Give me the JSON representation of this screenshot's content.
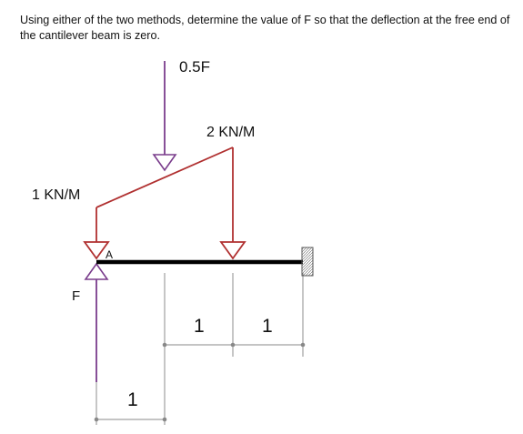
{
  "question": "Using either of the two methods, determine the value of F so that the deflection at the free end of the cantilever beam is zero.",
  "labels": {
    "point_load": "0.5F",
    "load_right": "2 KN/M",
    "load_left": "1 KN/M",
    "support_a": "A",
    "force_f": "F",
    "dim_1": "1",
    "dim_2": "1",
    "dim_3": "1"
  },
  "colors": {
    "load_outline": "#b03030",
    "force_arrows": "#7a3d8c",
    "beam": "#000000",
    "dimension_lines": "#999999"
  }
}
